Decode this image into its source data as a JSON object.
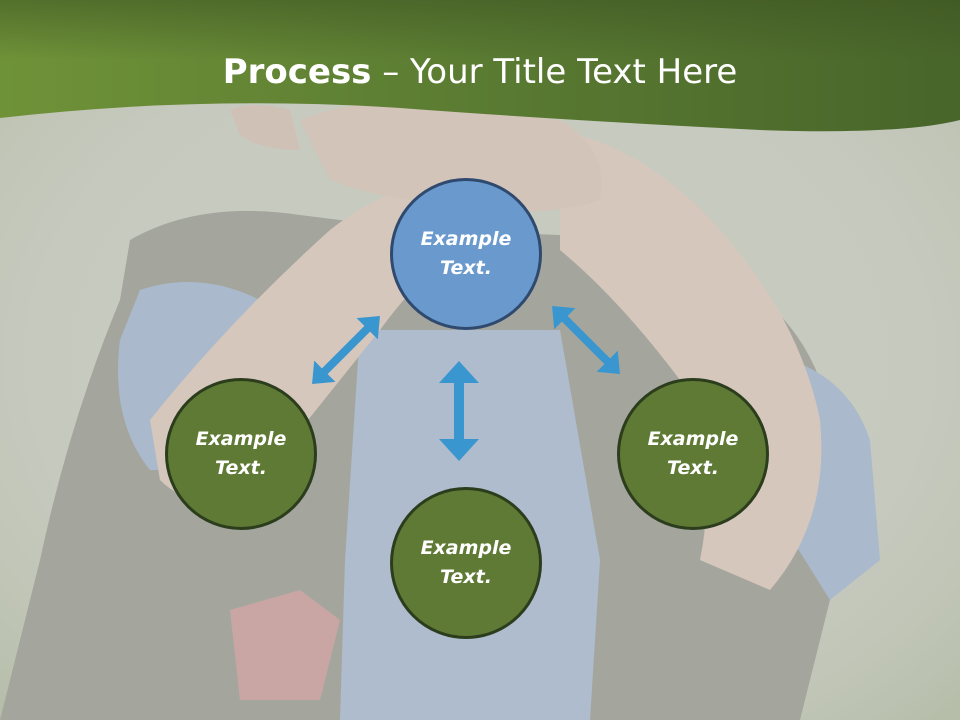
{
  "slide": {
    "title_bold": "Process",
    "title_rest": " – Your Title Text Here",
    "nodes": {
      "top": "Example Text.",
      "left": "Example Text.",
      "right": "Example Text.",
      "bottom": "Example Text."
    }
  },
  "colors": {
    "header": "#5f7f35",
    "node_green": "#5f7a34",
    "node_blue": "#6a9acd",
    "arrow": "#3a96cf"
  }
}
